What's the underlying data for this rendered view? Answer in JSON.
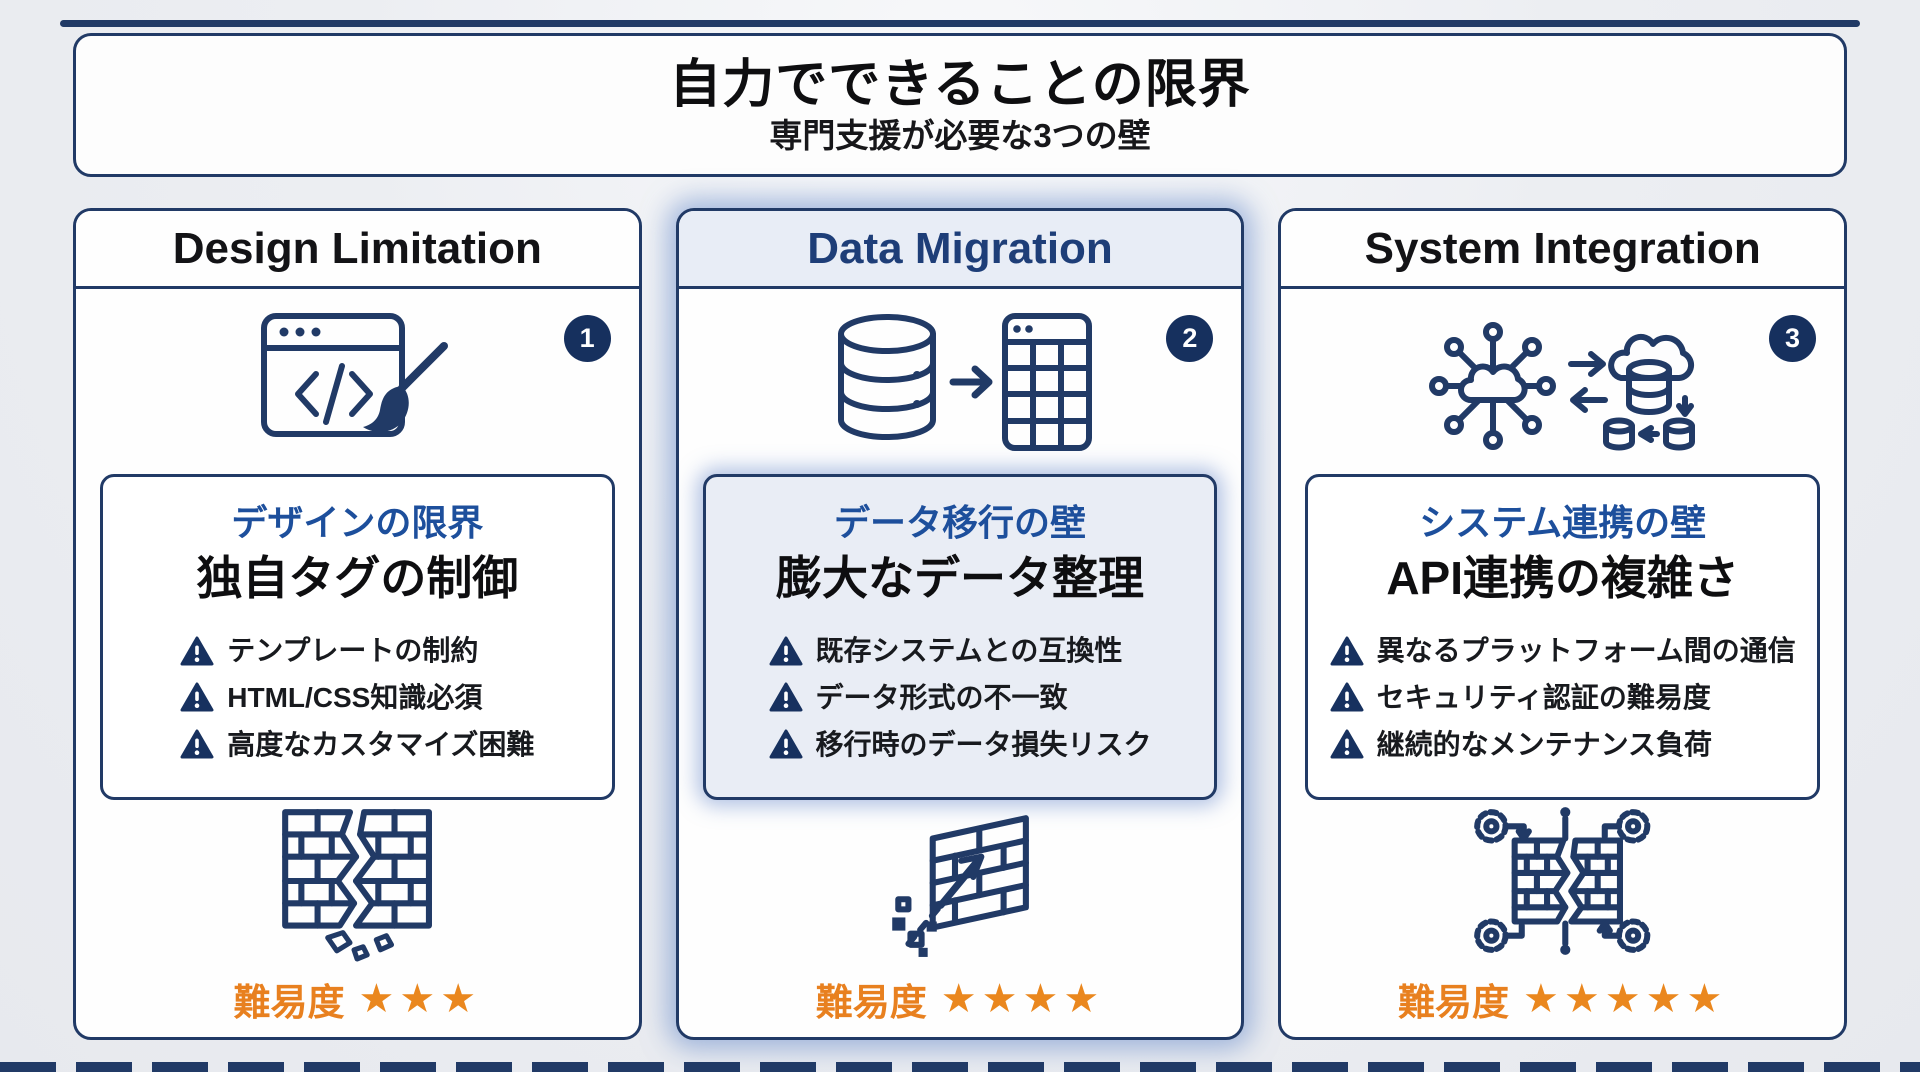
{
  "header": {
    "title": "自力でできることの限界",
    "subtitle": "専門支援が必要な3つの壁"
  },
  "labels": {
    "difficulty": "難易度"
  },
  "colors": {
    "navy": "#213a66",
    "accent_blue": "#1d4f9c",
    "orange": "#e8801f",
    "highlight_tint": "#e8edf6",
    "page_bg": "#eceef2"
  },
  "cards": [
    {
      "number": "1",
      "title": "Design Limitation",
      "icon": "browser-code-paintbrush-icon",
      "wall_label": "デザインの限界",
      "heading": "独自タグの制御",
      "issues": [
        "テンプレートの制約",
        "HTML/CSS知識必須",
        "高度なカスタマイズ困難"
      ],
      "bottom_icon": "cracked-wall-icon",
      "stars": "★★★",
      "highlighted": false
    },
    {
      "number": "2",
      "title": "Data Migration",
      "icon": "database-to-table-icon",
      "wall_label": "データ移行の壁",
      "heading": "膨大なデータ整理",
      "issues": [
        "既存システムとの互換性",
        "データ形式の不一致",
        "移行時のデータ損失リスク"
      ],
      "bottom_icon": "wall-breakthrough-arrow-icon",
      "stars": "★★★★",
      "highlighted": true
    },
    {
      "number": "3",
      "title": "System Integration",
      "icon": "cloud-network-sync-icon",
      "wall_label": "システム連携の壁",
      "heading": "API連携の複雑さ",
      "issues": [
        "異なるプラットフォーム間の通信",
        "セキュリティ認証の難易度",
        "継続的なメンテナンス負荷"
      ],
      "bottom_icon": "wall-gears-icon",
      "stars": "★★★★★",
      "highlighted": false
    }
  ]
}
